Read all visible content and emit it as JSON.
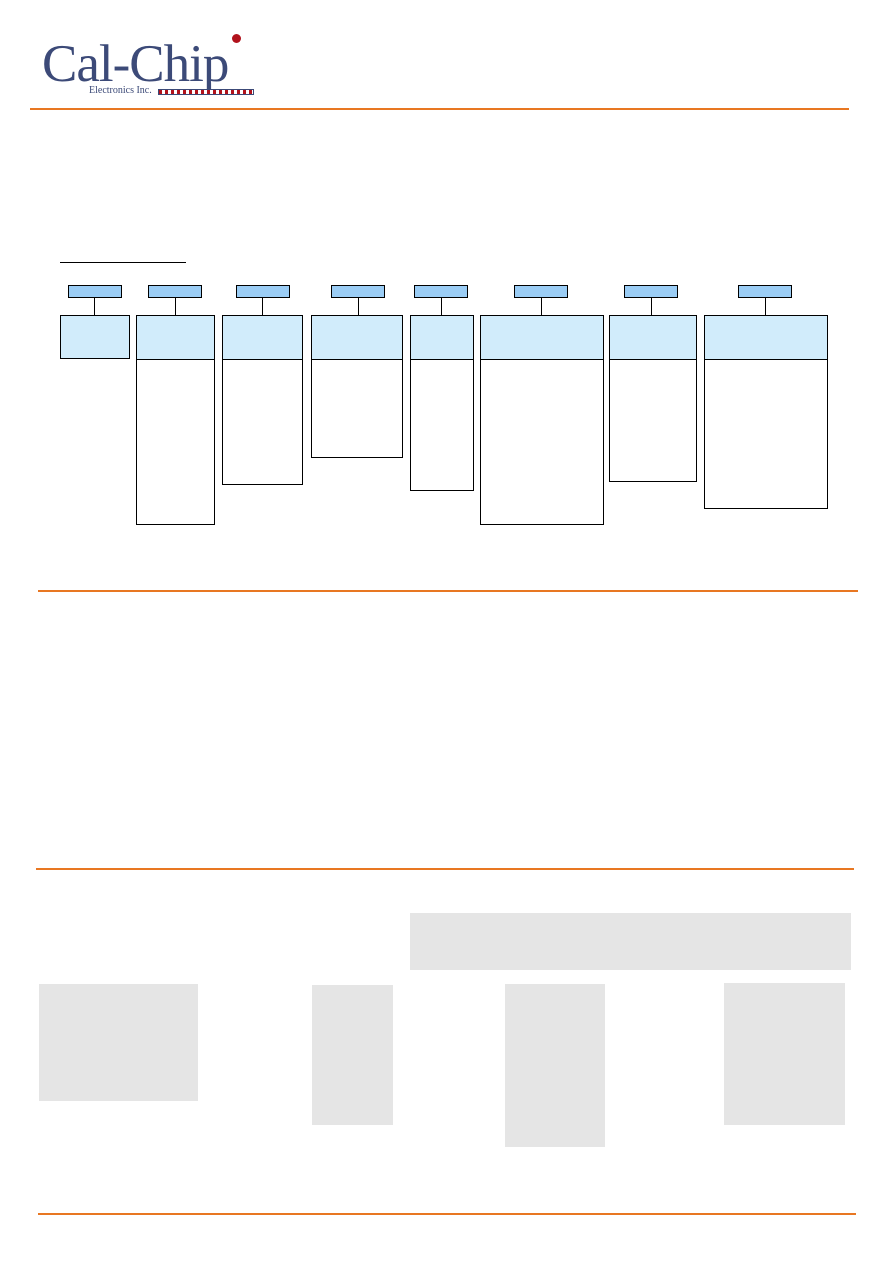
{
  "header": {
    "logo_text": "Cal-Chip",
    "logo_subtitle": "Electronics Inc.",
    "brand_color": "#3c4a78",
    "accent_color": "#b1121c",
    "rule_color": "#e87722"
  },
  "part_number_diagram": {
    "code_box_color": "#9bcdf5",
    "description_header_color": "#d1ecfb",
    "segment_count": 8
  },
  "placeholder_color": "#e5e5e5"
}
